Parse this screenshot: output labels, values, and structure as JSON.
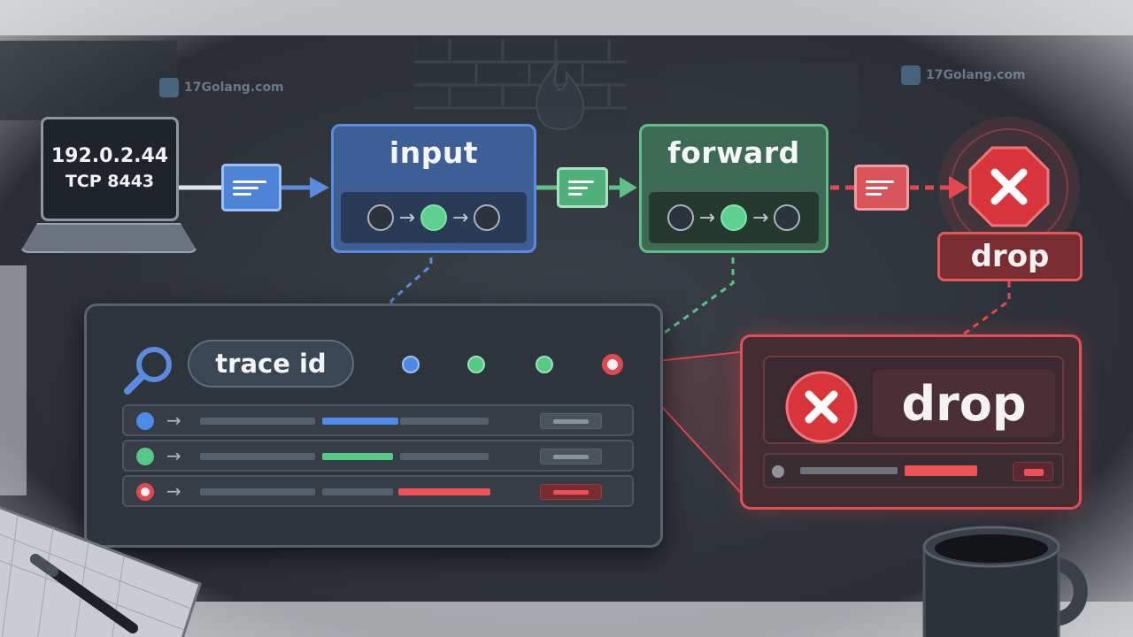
{
  "source": {
    "ip": "192.0.2.44",
    "port_label": "TCP 8443"
  },
  "chains": {
    "input": {
      "label": "input"
    },
    "forward": {
      "label": "forward"
    }
  },
  "verdict": {
    "label": "drop"
  },
  "trace": {
    "search_label": "trace id",
    "rows": [
      {
        "status": "ok",
        "color": "#4e8ae6"
      },
      {
        "status": "ok",
        "color": "#56c987"
      },
      {
        "status": "drop",
        "color": "#e2484f"
      }
    ]
  },
  "detail": {
    "verdict_label": "drop"
  },
  "watermarks": [
    {
      "text": "17Golang.com"
    },
    {
      "text": "17Golang.com"
    }
  ],
  "colors": {
    "input_blue": "#5b8be0",
    "forward_green": "#5fbf87",
    "drop_red": "#e2484f"
  },
  "icons": [
    "laptop-icon",
    "packet-icon",
    "stop-icon",
    "close-icon",
    "search-icon",
    "mug-icon",
    "pen-icon",
    "firewall-icon"
  ]
}
